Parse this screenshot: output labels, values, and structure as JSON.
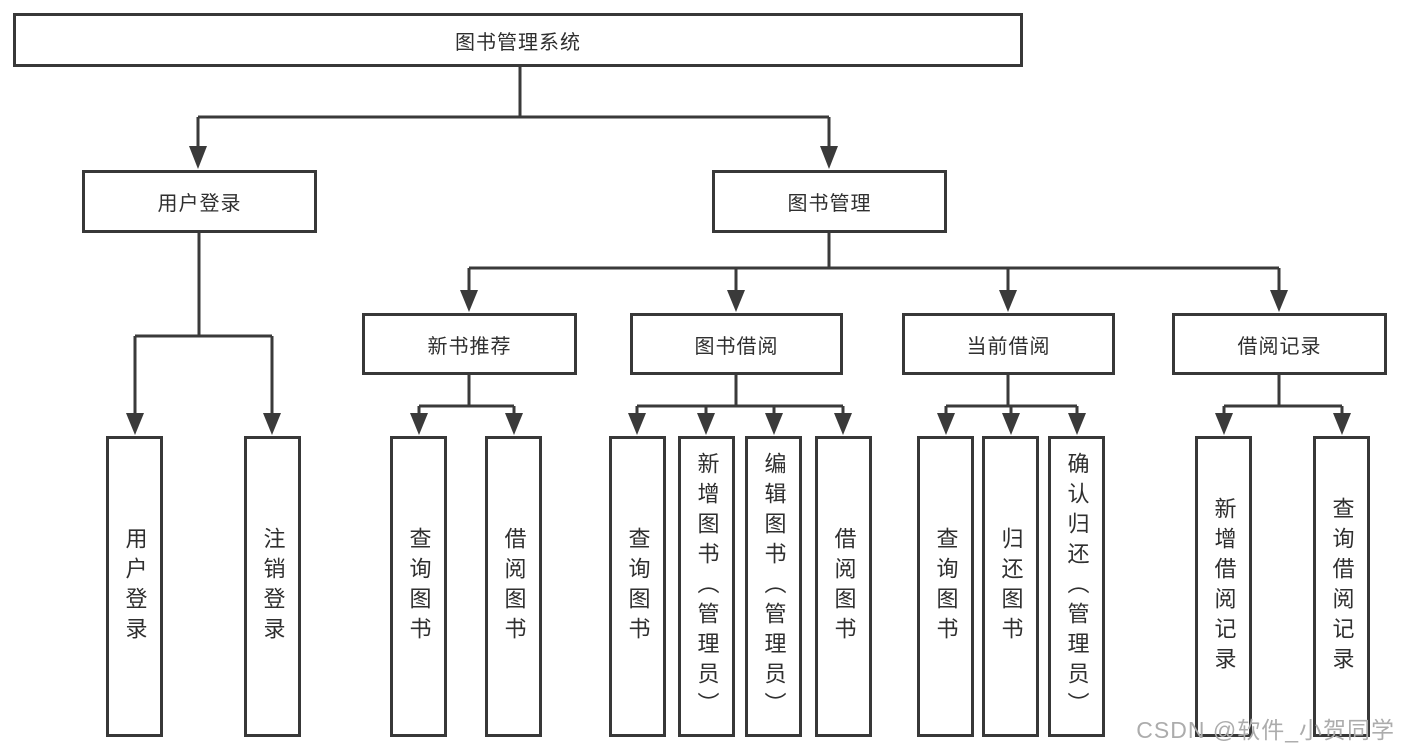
{
  "page": {
    "background": "#ffffff"
  },
  "diagram": {
    "type": "hierarchy-tree",
    "tree": {
      "label": "图书管理系统",
      "children": [
        {
          "label": "用户登录",
          "children": [
            {
              "label": "用户登录"
            },
            {
              "label": "注销登录"
            }
          ]
        },
        {
          "label": "图书管理",
          "children": [
            {
              "label": "新书推荐",
              "children": [
                {
                  "label": "查询图书"
                },
                {
                  "label": "借阅图书"
                }
              ]
            },
            {
              "label": "图书借阅",
              "children": [
                {
                  "label": "查询图书"
                },
                {
                  "label": "新增图书（管理员）"
                },
                {
                  "label": "编辑图书（管理员）"
                },
                {
                  "label": "借阅图书"
                }
              ]
            },
            {
              "label": "当前借阅",
              "children": [
                {
                  "label": "查询图书"
                },
                {
                  "label": "归还图书"
                },
                {
                  "label": "确认归还（管理员）"
                }
              ]
            },
            {
              "label": "借阅记录",
              "children": [
                {
                  "label": "新增借阅记录"
                },
                {
                  "label": "查询借阅记录"
                }
              ]
            }
          ]
        }
      ]
    },
    "colors": {
      "line": "#3a3a3a",
      "box_border": "#383838",
      "box_fill": "#ffffff",
      "text": "#2f2f2f"
    }
  },
  "watermark": {
    "text": "CSDN @软件_小贺同学",
    "color": "#acacac"
  }
}
